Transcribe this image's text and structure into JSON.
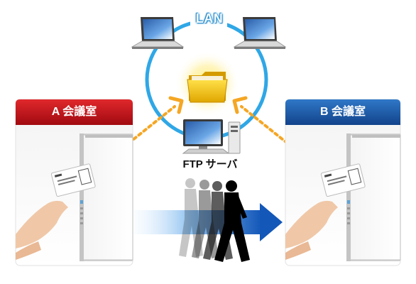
{
  "network": {
    "lan_label": "LAN"
  },
  "rooms": [
    {
      "title": "A 会議室",
      "color": "#c40f16"
    },
    {
      "title": "B 会議室",
      "color": "#1b5aa6"
    }
  ],
  "server": {
    "label": "FTP サーバ"
  },
  "colors": {
    "lan_ring": "#2fa7e6",
    "dotted_arrow": "#f5a623",
    "flow_arrow": "#1c6fd0",
    "folder": "#f2c200"
  },
  "icons": [
    "laptop-icon",
    "laptop-icon",
    "folder-icon",
    "desktop-computer-icon",
    "card-icon",
    "whiteboard-icon",
    "walking-person-icon"
  ]
}
